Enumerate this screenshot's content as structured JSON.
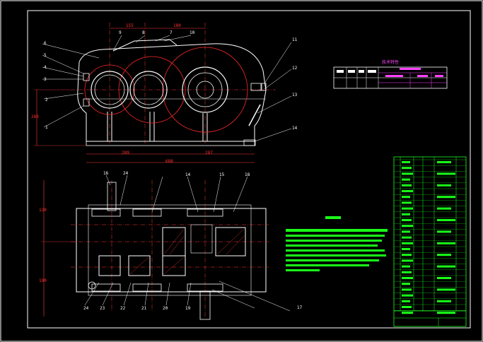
{
  "drawing": {
    "title": "",
    "colors": {
      "outline": "#ffffff",
      "accent": "#19ff19",
      "gear": "#ff2a2a",
      "magenta": "#ff40ff",
      "dim": "#ff3b3b"
    }
  },
  "top_view": {
    "dim_top_left": "155",
    "dim_top_right": "180",
    "dim_bottom_left": "289",
    "dim_bottom_right": "287",
    "dim_total": "688",
    "dim_height": "280",
    "part_refs_left": [
      "6",
      "5",
      "4",
      "3",
      "2",
      "1"
    ],
    "part_refs_top": [
      "9",
      "8",
      "7",
      "10"
    ],
    "part_refs_right": [
      "11",
      "12",
      "13",
      "14"
    ]
  },
  "plan_view": {
    "part_refs_top": [
      "16",
      "24",
      "14",
      "15",
      "18"
    ],
    "part_refs_bottom": [
      "24",
      "23",
      "22",
      "21",
      "20",
      "19",
      "17"
    ],
    "dim_left_top": "120",
    "dim_left_bottom": "100"
  },
  "tech_table": {
    "title": "技术特性"
  },
  "parts_list": {
    "footer": ""
  }
}
